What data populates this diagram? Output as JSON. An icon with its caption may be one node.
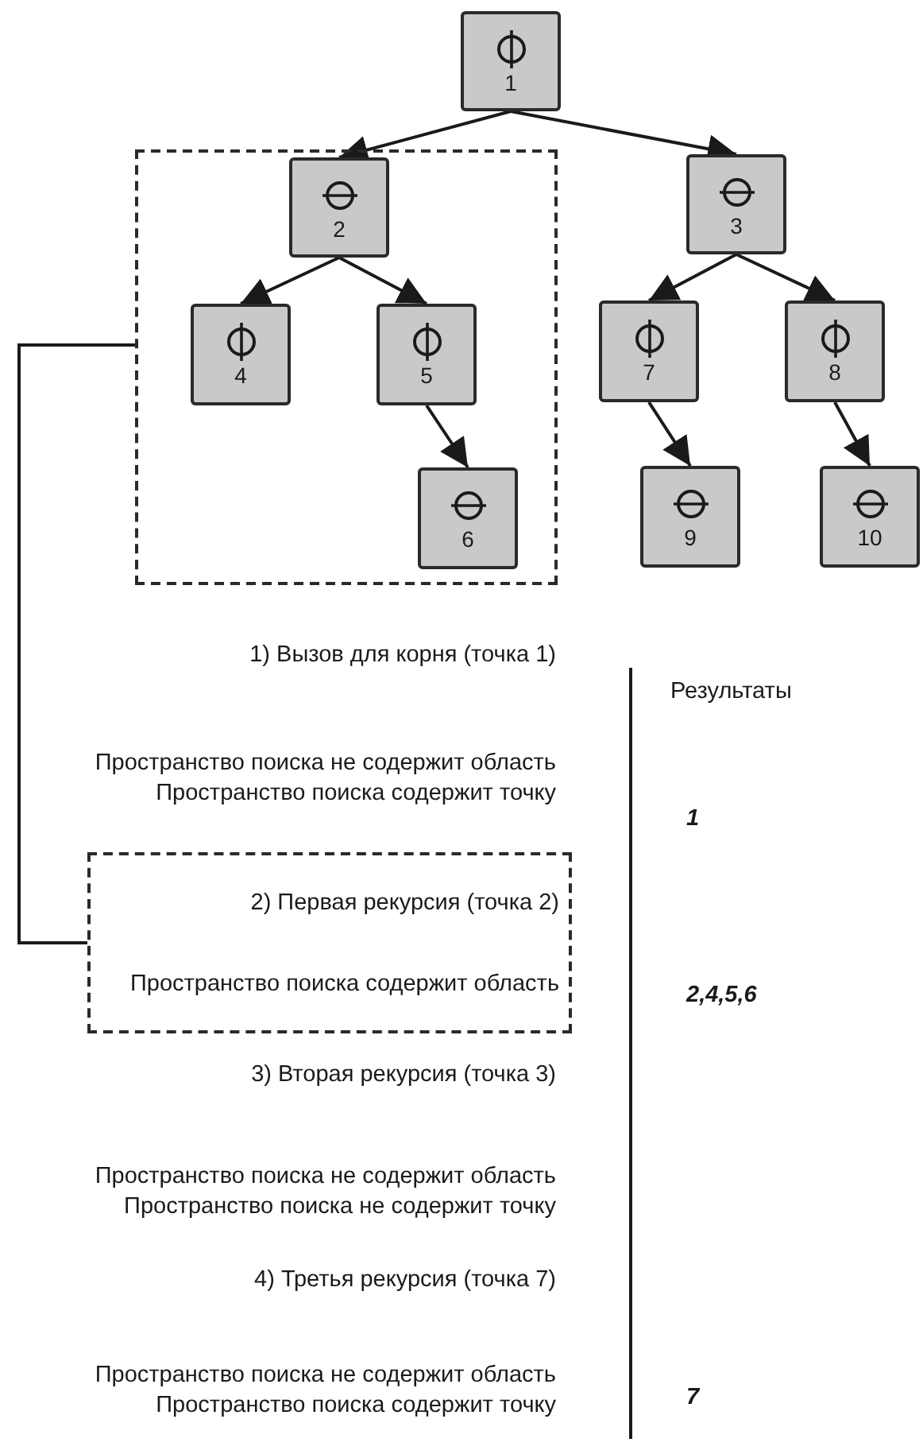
{
  "diagram": {
    "nodes": [
      {
        "text": [
          "1"
        ]
      },
      {
        "text": [],
        "shape": "box"
      },
      {
        "text": [
          "2"
        ],
        "in": 1
      },
      {
        "text": [
          "3"
        ]
      },
      {
        "text": [
          "4"
        ],
        "in": 1
      },
      {
        "text": [
          "5"
        ],
        "in": 1
      },
      {
        "text": [
          "6"
        ],
        "in": 1
      },
      {
        "text": [
          "7"
        ]
      },
      {
        "text": [
          "8"
        ]
      },
      {
        "text": [
          "9"
        ]
      },
      {
        "text": [
          "10"
        ]
      },
      {
        "text": [
          "2) Первая рекурсия (точка 2)",
          "Пространство поиска содержит область"
        ]
      }
    ],
    "edges": [
      {
        "from": 0,
        "to": 2,
        "arrow": "to"
      },
      {
        "from": 0,
        "to": 3,
        "arrow": "to"
      },
      {
        "from": 2,
        "to": 4,
        "arrow": "to"
      },
      {
        "from": 2,
        "to": 5,
        "arrow": "to"
      },
      {
        "from": 3,
        "to": 7,
        "arrow": "to"
      },
      {
        "from": 3,
        "to": 8,
        "arrow": "to"
      },
      {
        "from": 5,
        "to": 6,
        "arrow": "to"
      },
      {
        "from": 7,
        "to": 9,
        "arrow": "to"
      },
      {
        "from": 8,
        "to": 10,
        "arrow": "to"
      },
      {
        "from": 1,
        "to": 11,
        "arrow": "none"
      }
    ],
    "labels": [
      "1) Вызов для корня (точка 1)",
      "Результаты",
      "Пространство поиска не содержит область",
      "Пространство поиска содержит точку",
      "1",
      "2,4,5,6",
      "3) Вторая рекурсия (точка 3)",
      "Пространство поиска не содержит область",
      "Пространство поиска не содержит точку",
      "4) Третья рекурсия (точка 7)",
      "Пространство поиска не содержит область",
      "Пространство поиска содержит точку",
      "7"
    ]
  }
}
